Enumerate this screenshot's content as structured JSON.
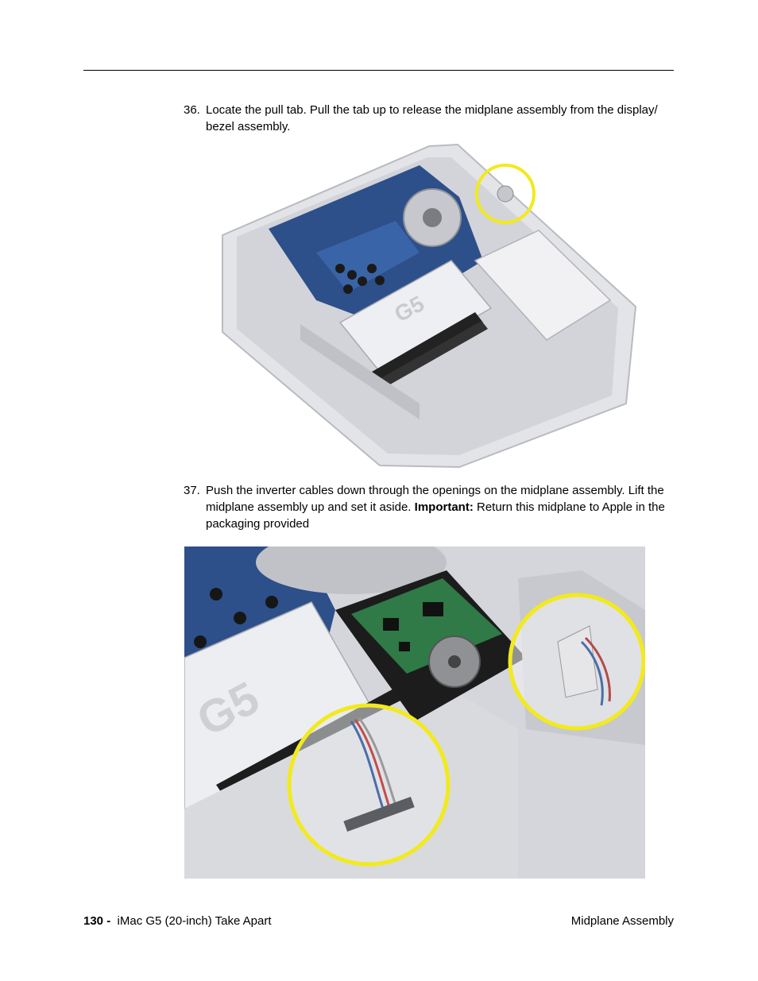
{
  "steps": [
    {
      "number": "36.",
      "text": "Locate the pull tab. Pull the tab up to release the midplane assembly from the display/ bezel assembly."
    },
    {
      "number": "37.",
      "text_before": "Push the inverter cables down through the openings on the midplane assembly. Lift the midplane assembly up and set it aside. ",
      "important_label": "Important:",
      "text_after": " Return this midplane to Apple in the packaging provided"
    }
  ],
  "photo_labels": {
    "heatsink_logo": "G5"
  },
  "colors": {
    "highlight_circle": "#f2ea1c",
    "logic_board": "#2d4f8a",
    "hard_drive_pcb": "#2f7a46",
    "chassis": "#d9dade"
  },
  "footer": {
    "page_number": "130 -",
    "doc_title": "iMac G5 (20-inch)  Take Apart",
    "section_title": "Midplane Assembly"
  }
}
